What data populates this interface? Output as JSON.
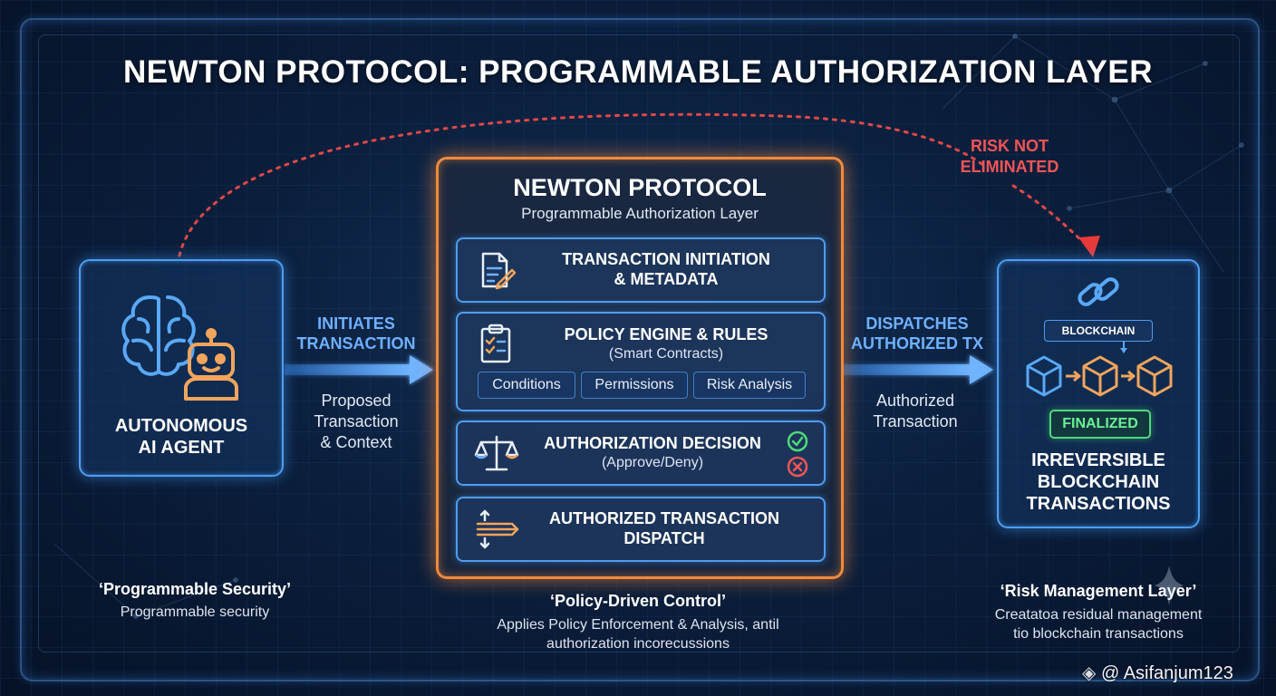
{
  "title": "NEWTON PROTOCOL: PROGRAMMABLE AUTHORIZATION LAYER",
  "agent": {
    "label_line1": "AUTONOMOUS",
    "label_line2": "AI AGENT",
    "icons": [
      "brain-icon",
      "robot-icon"
    ]
  },
  "flow_in": {
    "label_line1": "INITIATES",
    "label_line2": "TRANSACTION",
    "caption_line1": "Proposed",
    "caption_line2": "Transaction",
    "caption_line3": "& Context"
  },
  "protocol": {
    "title": "NEWTON PROTOCOL",
    "subtitle": "Programmable Authorization Layer",
    "stages": [
      {
        "icon": "document-pen-icon",
        "title_line1": "TRANSACTION INITIATION",
        "title_line2": "& METADATA"
      },
      {
        "icon": "clipboard-checklist-icon",
        "title_line1": "POLICY ENGINE & RULES",
        "subtitle": "(Smart Contracts)",
        "chips": [
          "Conditions",
          "Permissions",
          "Risk Analysis"
        ]
      },
      {
        "icon": "scales-icon",
        "title_line1": "AUTHORIZATION DECISION",
        "subtitle": "(Approve/Deny)",
        "status_icons": [
          "check-circle-icon",
          "x-circle-icon"
        ]
      },
      {
        "icon": "dispatch-arrows-icon",
        "title_line1": "AUTHORIZED TRANSACTION",
        "title_line2": "DISPATCH"
      }
    ]
  },
  "flow_out": {
    "label_line1": "DISPATCHES",
    "label_line2": "AUTHORIZED TX",
    "caption_line1": "Authorized",
    "caption_line2": "Transaction"
  },
  "risk": {
    "line1": "RISK NOT",
    "line2": "ELIMINATED"
  },
  "blockchain": {
    "tag": "BLOCKCHAIN",
    "status": "FINALIZED",
    "label_line1": "IRREVERSIBLE",
    "label_line2": "BLOCKCHAIN",
    "label_line3": "TRANSACTIONS",
    "icons": [
      "chain-link-icon",
      "cube-icon"
    ]
  },
  "captions": {
    "left_title": "‘Programmable Security’",
    "left_text": "Programmable security",
    "center_title": "‘Policy-Driven Control’",
    "center_text_line1": "Applies Policy Enforcement & Analysis, antil",
    "center_text_line2": "authorization incorecussions",
    "right_title": "‘Risk Management Layer’",
    "right_text_line1": "Creatatoa residual management",
    "right_text_line2": "tio blockchain transactions"
  },
  "watermark": "@ Asifanjum123",
  "colors": {
    "accent_blue": "#4f9df0",
    "accent_orange": "#f08a3c",
    "risk_red": "#f25555",
    "success_green": "#4fd87a",
    "flow_label_blue": "#6fb0ff"
  }
}
